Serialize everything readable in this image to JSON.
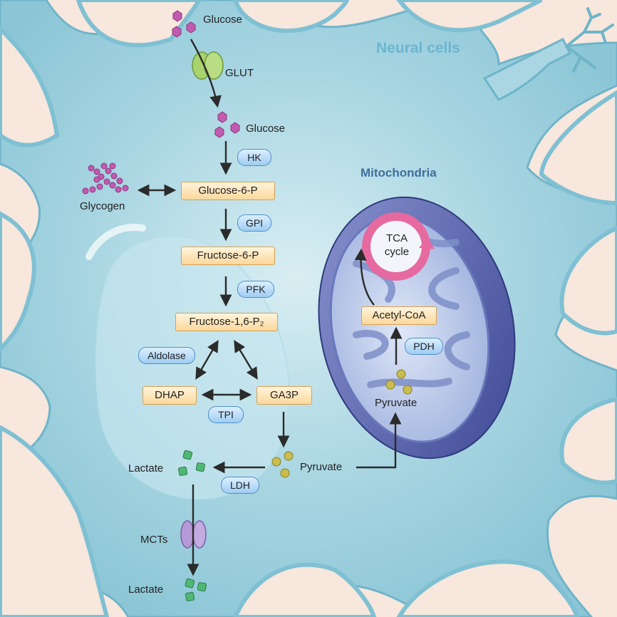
{
  "titles": {
    "neural_cells": "Neural cells",
    "mitochondria": "Mitochondria"
  },
  "labels": {
    "glucose_outside": "Glucose",
    "glut": "GLUT",
    "glucose_inside": "Glucose",
    "glycogen": "Glycogen",
    "lactate_inside": "Lactate",
    "pyruvate_cyto": "Pyruvate",
    "mcts": "MCTs",
    "lactate_outside": "Lactate",
    "pyruvate_mito": "Pyruvate",
    "tca_line1": "TCA",
    "tca_line2": "cycle"
  },
  "metabolites": {
    "g6p": "Glucose-6-P",
    "f6p": "Fructose-6-P",
    "f16p2": "Fructose-1,6-P₂",
    "dhap": "DHAP",
    "ga3p": "GA3P",
    "acetyl_coa": "Acetyl-CoA"
  },
  "enzymes": {
    "hk": "HK",
    "gpi": "GPI",
    "pfk": "PFK",
    "aldolase": "Aldolase",
    "tpi": "TPI",
    "ldh": "LDH",
    "pdh": "PDH"
  },
  "colors": {
    "cell": "#9fd2df",
    "background": "#f6e6dc",
    "metabolite_box": "#fbd89c",
    "enzyme_pill": "#9fcdf2",
    "glucose_molecule": "#b04ca0",
    "pyruvate_molecule": "#b5aa3c",
    "lactate_molecule": "#3fa86a",
    "mitochondria": "#5a66b0",
    "tca_ring": "#e66aa0",
    "glut_transporter": "#8fc45a",
    "mct_transporter": "#9a7cc6"
  }
}
